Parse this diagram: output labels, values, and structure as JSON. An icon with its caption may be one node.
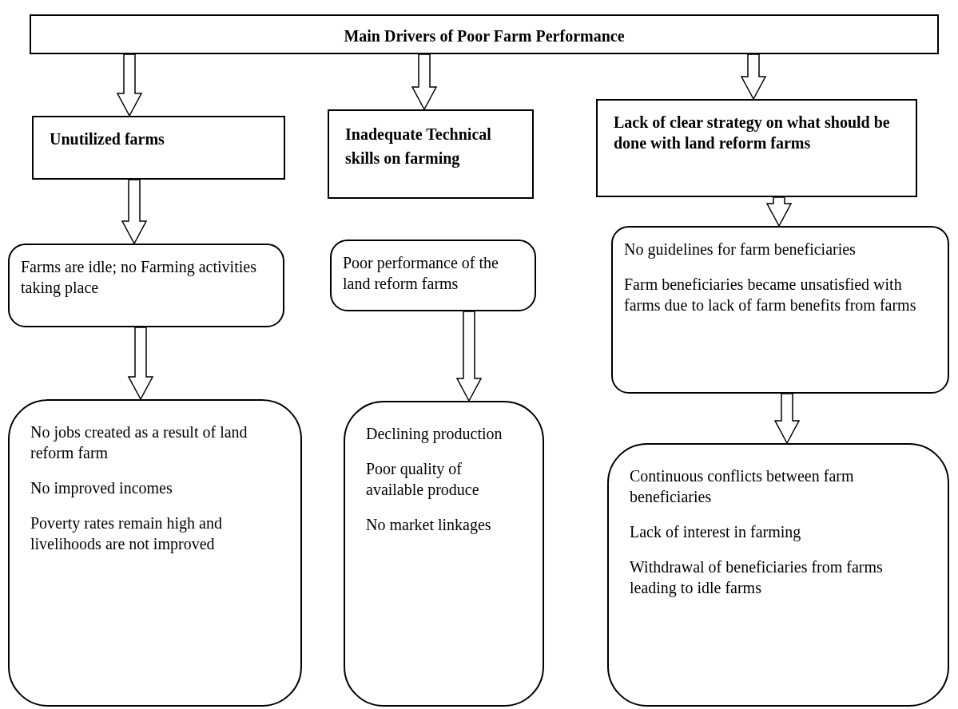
{
  "diagram": {
    "nodes": [
      {
        "text": [
          "Main Drivers of Poor Farm Performance"
        ]
      },
      {
        "text": [
          "Unutilized farms"
        ]
      },
      {
        "text": [
          "Inadequate Technical skills on farming"
        ]
      },
      {
        "text": [
          "Lack of clear strategy on what should be done with land reform farms"
        ]
      },
      {
        "text": [
          "Farms are idle; no Farming activities taking place"
        ]
      },
      {
        "text": [
          "Poor performance of the land reform farms"
        ]
      },
      {
        "text": [
          "No guidelines for farm beneficiaries",
          "Farm beneficiaries became unsatisfied with farms due to lack of farm benefits from farms"
        ]
      },
      {
        "text": [
          "No jobs created as a result of land reform farm",
          "No improved incomes",
          "Poverty rates remain high and livelihoods are not improved"
        ]
      },
      {
        "text": [
          "Declining production",
          "Poor quality of available produce",
          "No market linkages"
        ]
      },
      {
        "text": [
          "Continuous conflicts between farm beneficiaries",
          "Lack of interest in farming",
          "Withdrawal of beneficiaries from farms leading to idle farms"
        ]
      }
    ],
    "edges": [
      {
        "from": 0,
        "to": 1,
        "arrow": "to"
      },
      {
        "from": 0,
        "to": 2,
        "arrow": "to"
      },
      {
        "from": 0,
        "to": 3,
        "arrow": "to"
      },
      {
        "from": 1,
        "to": 4,
        "arrow": "to"
      },
      {
        "from": 4,
        "to": 7,
        "arrow": "to"
      },
      {
        "from": 5,
        "to": 8,
        "arrow": "to"
      },
      {
        "from": 3,
        "to": 6,
        "arrow": "to"
      },
      {
        "from": 6,
        "to": 9,
        "arrow": "to"
      }
    ]
  }
}
